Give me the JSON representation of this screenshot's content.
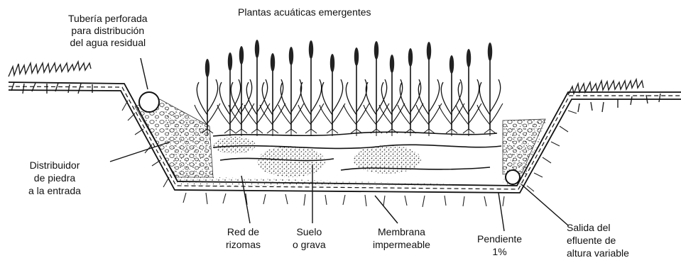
{
  "title": "Plantas acuáticas emergentes",
  "labels": {
    "tuberia": [
      "Tubería perforada",
      "para distribución",
      "del agua residual"
    ],
    "distribuidor": [
      "Distribuidor",
      "de piedra",
      "a la entrada"
    ],
    "red": [
      "Red de",
      "rizomas"
    ],
    "suelo": [
      "Suelo",
      "o grava"
    ],
    "membrana": [
      "Membrana",
      "impermeable"
    ],
    "pendiente": [
      "Pendiente",
      "1%"
    ],
    "salida": [
      "Salida del",
      "efluente de",
      "altura variable"
    ]
  }
}
